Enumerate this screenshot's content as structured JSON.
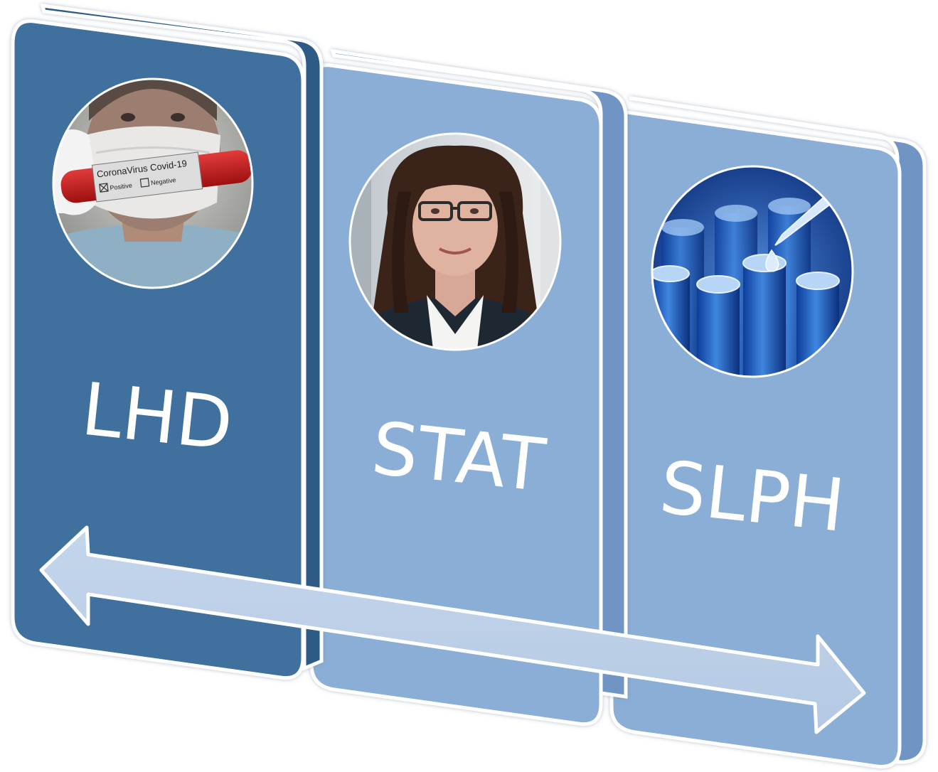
{
  "panels": [
    {
      "id": "lhd",
      "label": "LHD",
      "color": "#41709e",
      "image": "covid-test-tube-photo",
      "tube_title": "CoronaVirus Covid-19",
      "tube_option_positive": "Positive",
      "tube_option_negative": "Negative"
    },
    {
      "id": "stat",
      "label": "STAT",
      "color": "#8aaed5",
      "image": "person-portrait-photo"
    },
    {
      "id": "slph",
      "label": "SLPH",
      "color": "#8aaed5",
      "image": "lab-test-tubes-photo"
    }
  ],
  "arrow": {
    "type": "double-headed-arrow",
    "color": "#bcd0e8"
  }
}
